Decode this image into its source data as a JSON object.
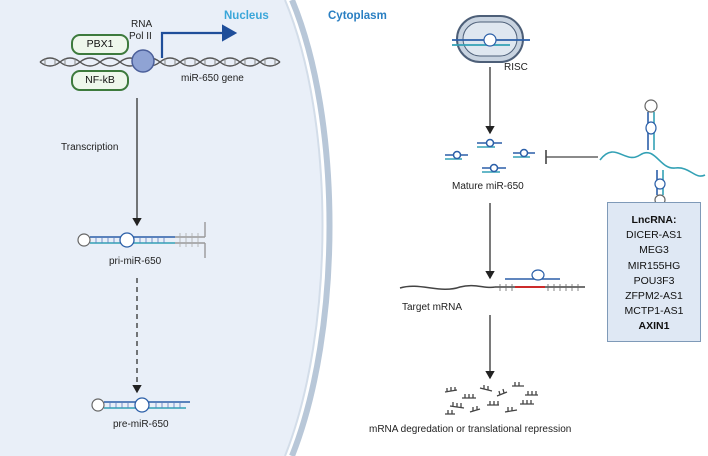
{
  "nucleus_label": "Nucleus",
  "cytoplasm_label": "Cytoplasm",
  "tf_pbx1": "PBX1",
  "tf_nfkb": "NF-kB",
  "rna_pol_line1": "RNA",
  "rna_pol_line2": "Pol II",
  "gene_label": "miR-650 gene",
  "transcription_label": "Transcription",
  "pri_label": "pri-miR-650",
  "pre_label": "pre-miR-650",
  "risc_label": "RISC",
  "mature_label": "Mature miR-650",
  "target_label": "Target mRNA",
  "outcome_label": "mRNA degredation or translational repression",
  "lncrna": {
    "title": "LncRNA:",
    "items": [
      "DICER-AS1",
      "MEG3",
      "MIR155HG",
      "POU3F3",
      "ZFPM2-AS1",
      "MCTP1-AS1"
    ],
    "highlight": "AXIN1"
  },
  "colors": {
    "nucleus_fill": "#e9eff8",
    "membrane": "#b8c7d8",
    "arrow_blue": "#1f4e9a",
    "tf_green": "#3d7a3d",
    "pol_fill": "#8fa3d4",
    "strand_blue": "#2b5fa8",
    "strand_teal": "#33a1b5",
    "mismatch_red": "#cc2b2b"
  }
}
